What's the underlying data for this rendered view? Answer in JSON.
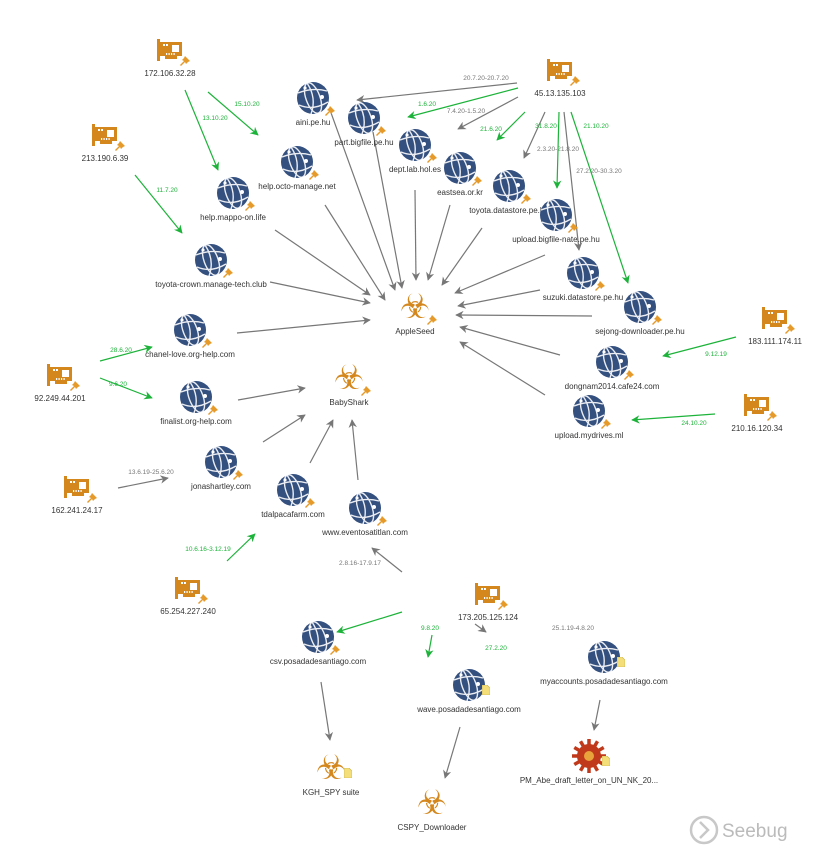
{
  "colors": {
    "globe": "#34507f",
    "ip": "#d4871c",
    "pin": "#e59a2a",
    "malware": "#d4871c",
    "virus": "#c0391b",
    "edge_green": "#1db33a",
    "edge_gray": "#777777",
    "note": "#f3de7a"
  },
  "watermark": "Seebug",
  "nodes": [
    {
      "id": "ip1",
      "type": "ip",
      "label": "172.106.32.28",
      "badge": "pin"
    },
    {
      "id": "ip2",
      "type": "ip",
      "label": "213.190.6.39",
      "badge": "pin"
    },
    {
      "id": "ip3",
      "type": "ip",
      "label": "45.13.135.103",
      "badge": "pin"
    },
    {
      "id": "ip4",
      "type": "ip",
      "label": "183.111.174.11",
      "badge": "pin"
    },
    {
      "id": "ip5",
      "type": "ip",
      "label": "92.249.44.201",
      "badge": "pin"
    },
    {
      "id": "ip6",
      "type": "ip",
      "label": "210.16.120.34",
      "badge": "pin"
    },
    {
      "id": "ip7",
      "type": "ip",
      "label": "162.241.24.17",
      "badge": "pin"
    },
    {
      "id": "ip8",
      "type": "ip",
      "label": "65.254.227.240",
      "badge": "pin"
    },
    {
      "id": "ip9",
      "type": "ip",
      "label": "173.205.125.124",
      "badge": "pin"
    },
    {
      "id": "d_aini",
      "type": "domain",
      "label": "aini.pe.hu",
      "badge": "pin"
    },
    {
      "id": "d_part",
      "type": "domain",
      "label": "part.bigfile.pe.hu",
      "badge": "pin"
    },
    {
      "id": "d_dept",
      "type": "domain",
      "label": "dept.lab.hol.es",
      "badge": "pin"
    },
    {
      "id": "d_east",
      "type": "domain",
      "label": "eastsea.or.kr",
      "badge": "pin"
    },
    {
      "id": "d_toyds",
      "type": "domain",
      "label": "toyota.datastore.pe.hu",
      "badge": "pin"
    },
    {
      "id": "d_upbig",
      "type": "domain",
      "label": "upload.bigfile-nate.pe.hu",
      "badge": "pin"
    },
    {
      "id": "d_octo",
      "type": "domain",
      "label": "help.octo-manage.net",
      "badge": "pin"
    },
    {
      "id": "d_mappo",
      "type": "domain",
      "label": "help.mappo-on.life",
      "badge": "pin"
    },
    {
      "id": "d_crown",
      "type": "domain",
      "label": "toyota-crown.manage-tech.club",
      "badge": "pin"
    },
    {
      "id": "d_suzuki",
      "type": "domain",
      "label": "suzuki.datastore.pe.hu",
      "badge": "pin"
    },
    {
      "id": "d_sejong",
      "type": "domain",
      "label": "sejong-downloader.pe.hu",
      "badge": "pin"
    },
    {
      "id": "d_chanel",
      "type": "domain",
      "label": "chanel-love.org-help.com",
      "badge": "pin"
    },
    {
      "id": "d_dongnam",
      "type": "domain",
      "label": "dongnam2014.cafe24.com",
      "badge": "pin"
    },
    {
      "id": "d_finalist",
      "type": "domain",
      "label": "finalist.org-help.com",
      "badge": "pin"
    },
    {
      "id": "d_mydrives",
      "type": "domain",
      "label": "upload.mydrives.ml",
      "badge": "pin"
    },
    {
      "id": "d_jonas",
      "type": "domain",
      "label": "jonashartley.com",
      "badge": "pin"
    },
    {
      "id": "d_tdal",
      "type": "domain",
      "label": "tdalpacafarm.com",
      "badge": "pin"
    },
    {
      "id": "d_event",
      "type": "domain",
      "label": "www.eventosatitlan.com",
      "badge": "pin"
    },
    {
      "id": "d_csv",
      "type": "domain",
      "label": "csv.posadadesantiago.com",
      "badge": "pin"
    },
    {
      "id": "d_wave",
      "type": "domain",
      "label": "wave.posadadesantiago.com",
      "badge": "note"
    },
    {
      "id": "d_myacc",
      "type": "domain",
      "label": "myaccounts.posadadesantiago.com",
      "badge": "note"
    },
    {
      "id": "m_apple",
      "type": "malware",
      "label": "AppleSeed",
      "badge": "pin"
    },
    {
      "id": "m_baby",
      "type": "malware",
      "label": "BabyShark",
      "badge": "pin"
    },
    {
      "id": "m_kgh",
      "type": "malware",
      "label": "KGH_SPY suite",
      "badge": "note"
    },
    {
      "id": "m_cspy",
      "type": "malware",
      "label": "CSPY_Downloader",
      "badge": ""
    },
    {
      "id": "m_pm",
      "type": "virus",
      "label": "PM_Abe_draft_letter_on_UN_NK_20...",
      "badge": "note"
    }
  ],
  "edges": [
    {
      "from": "ip1",
      "to": "d_mappo",
      "label": "13.10.20",
      "color": "green"
    },
    {
      "from": "ip1",
      "to": "d_octo",
      "label": "15.10.20",
      "color": "green"
    },
    {
      "from": "ip2",
      "to": "d_crown",
      "label": "11.7.20",
      "color": "green"
    },
    {
      "from": "ip3",
      "to": "d_aini",
      "label": "20.7.20-20.7.20",
      "color": "gray"
    },
    {
      "from": "ip3",
      "to": "d_part",
      "label": "1.6.20",
      "color": "green"
    },
    {
      "from": "ip3",
      "to": "d_dept",
      "label": "7.4.20-1.5.20",
      "color": "gray"
    },
    {
      "from": "ip3",
      "to": "d_east",
      "label": "21.6.20",
      "color": "green"
    },
    {
      "from": "ip3",
      "to": "d_toyds",
      "label": "2.3.20-21.8.20",
      "color": "gray"
    },
    {
      "from": "ip3",
      "to": "d_upbig",
      "label": "31.8.20",
      "color": "green"
    },
    {
      "from": "ip3",
      "to": "d_suzuki",
      "label": "27.2.20-30.3.20",
      "color": "gray"
    },
    {
      "from": "ip3",
      "to": "d_sejong",
      "label": "21.10.20",
      "color": "green"
    },
    {
      "from": "ip4",
      "to": "d_dongnam",
      "label": "9.12.19",
      "color": "green"
    },
    {
      "from": "ip6",
      "to": "d_mydrives",
      "label": "24.10.20",
      "color": "green"
    },
    {
      "from": "ip5",
      "to": "d_chanel",
      "label": "28.6.20",
      "color": "green"
    },
    {
      "from": "ip5",
      "to": "d_finalist",
      "label": "9.6.20",
      "color": "green"
    },
    {
      "from": "ip7",
      "to": "d_jonas",
      "label": "13.6.19-25.6.20",
      "color": "gray"
    },
    {
      "from": "ip8",
      "to": "d_tdal",
      "label": "10.6.16-3.12.19",
      "color": "green"
    },
    {
      "from": "ip9",
      "to": "d_event",
      "label": "2.8.16-17.9.17",
      "color": "gray"
    },
    {
      "from": "ip9",
      "to": "d_csv",
      "label": "9.8.20",
      "color": "green"
    },
    {
      "from": "ip9",
      "to": "d_wave",
      "label": "27.2.20",
      "color": "green"
    },
    {
      "from": "ip9",
      "to": "d_myacc",
      "label": "25.1.19-4.8.20",
      "color": "gray"
    },
    {
      "from": "d_mappo",
      "to": "m_apple",
      "label": "",
      "color": "gray"
    },
    {
      "from": "d_octo",
      "to": "m_apple",
      "label": "",
      "color": "gray"
    },
    {
      "from": "d_aini",
      "to": "m_apple",
      "label": "",
      "color": "gray"
    },
    {
      "from": "d_part",
      "to": "m_apple",
      "label": "",
      "color": "gray"
    },
    {
      "from": "d_dept",
      "to": "m_apple",
      "label": "",
      "color": "gray"
    },
    {
      "from": "d_east",
      "to": "m_apple",
      "label": "",
      "color": "gray"
    },
    {
      "from": "d_toyds",
      "to": "m_apple",
      "label": "",
      "color": "gray"
    },
    {
      "from": "d_upbig",
      "to": "m_apple",
      "label": "",
      "color": "gray"
    },
    {
      "from": "d_suzuki",
      "to": "m_apple",
      "label": "",
      "color": "gray"
    },
    {
      "from": "d_sejong",
      "to": "m_apple",
      "label": "",
      "color": "gray"
    },
    {
      "from": "d_crown",
      "to": "m_apple",
      "label": "",
      "color": "gray"
    },
    {
      "from": "d_chanel",
      "to": "m_apple",
      "label": "",
      "color": "gray"
    },
    {
      "from": "d_dongnam",
      "to": "m_apple",
      "label": "",
      "color": "gray"
    },
    {
      "from": "d_mydrives",
      "to": "m_apple",
      "label": "",
      "color": "gray"
    },
    {
      "from": "d_finalist",
      "to": "m_baby",
      "label": "",
      "color": "gray"
    },
    {
      "from": "d_jonas",
      "to": "m_baby",
      "label": "",
      "color": "gray"
    },
    {
      "from": "d_tdal",
      "to": "m_baby",
      "label": "",
      "color": "gray"
    },
    {
      "from": "d_event",
      "to": "m_baby",
      "label": "",
      "color": "gray"
    },
    {
      "from": "d_csv",
      "to": "m_kgh",
      "label": "",
      "color": "gray"
    },
    {
      "from": "d_wave",
      "to": "m_cspy",
      "label": "",
      "color": "gray"
    },
    {
      "from": "d_myacc",
      "to": "m_pm",
      "label": "",
      "color": "gray"
    }
  ]
}
